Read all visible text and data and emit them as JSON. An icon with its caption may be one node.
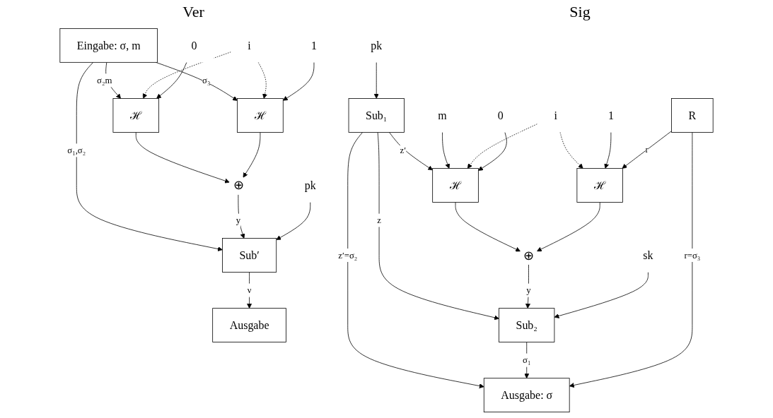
{
  "diagram": {
    "nodes": [
      {
        "text": [
          "pk"
        ]
      },
      {
        "text": [
          "Sub₁"
        ]
      },
      {
        "text": [
          "m"
        ]
      },
      {
        "text": [
          "i"
        ]
      },
      {
        "text": [
          "0"
        ]
      },
      {
        "text": [
          "ℋ"
        ]
      },
      {
        "text": [
          "1"
        ]
      },
      {
        "text": [
          "ℋ"
        ]
      },
      {
        "text": [
          "⊕"
        ]
      },
      {
        "text": [
          "sk"
        ]
      },
      {
        "text": [
          "Sub₂"
        ]
      },
      {
        "text": [
          "R"
        ]
      },
      {
        "text": [
          "Ausgabe: σ"
        ]
      },
      {
        "text": [
          "Eingabe: σ, m"
        ]
      },
      {
        "text": [
          "i"
        ]
      },
      {
        "text": [
          "0"
        ]
      },
      {
        "text": [
          "ℋ"
        ]
      },
      {
        "text": [
          "1"
        ]
      },
      {
        "text": [
          "ℋ"
        ]
      },
      {
        "text": [
          "⊕"
        ]
      },
      {
        "text": [
          "pk"
        ]
      },
      {
        "text": [
          "Sub′"
        ]
      },
      {
        "text": [
          "Ausgabe"
        ]
      }
    ],
    "edges": [
      {
        "from": 0,
        "to": 1,
        "arrow": "to"
      },
      {
        "from": 1,
        "to": 5,
        "arrow": "to",
        "label": "z′"
      },
      {
        "from": 1,
        "to": 10,
        "arrow": "to",
        "label": "z"
      },
      {
        "from": 1,
        "to": 12,
        "arrow": "to",
        "label": "z′=σ₂"
      },
      {
        "from": 2,
        "to": 5,
        "arrow": "to"
      },
      {
        "from": 3,
        "to": 5,
        "arrow": "to",
        "style": "dashed"
      },
      {
        "from": 3,
        "to": 7,
        "arrow": "to",
        "style": "dashed"
      },
      {
        "from": 4,
        "to": 5,
        "arrow": "to"
      },
      {
        "from": 6,
        "to": 7,
        "arrow": "to"
      },
      {
        "from": 5,
        "to": 8,
        "arrow": "to"
      },
      {
        "from": 7,
        "to": 8,
        "arrow": "to"
      },
      {
        "from": 11,
        "to": 7,
        "arrow": "to",
        "label": "r"
      },
      {
        "from": 8,
        "to": 10,
        "arrow": "to",
        "label": "y"
      },
      {
        "from": 9,
        "to": 10,
        "arrow": "to"
      },
      {
        "from": 10,
        "to": 12,
        "arrow": "to",
        "label": "σ₁"
      },
      {
        "from": 11,
        "to": 12,
        "arrow": "to",
        "label": "r=σ₃"
      },
      {
        "from": 13,
        "to": 16,
        "arrow": "to",
        "label": "σ₂m"
      },
      {
        "from": 13,
        "to": 18,
        "arrow": "to",
        "label": "σ₃"
      },
      {
        "from": 13,
        "to": 21,
        "arrow": "to",
        "label": "σ₁,σ₂"
      },
      {
        "from": 14,
        "to": 16,
        "arrow": "to",
        "style": "dashed"
      },
      {
        "from": 14,
        "to": 18,
        "arrow": "to",
        "style": "dashed"
      },
      {
        "from": 15,
        "to": 16,
        "arrow": "to"
      },
      {
        "from": 17,
        "to": 18,
        "arrow": "to"
      },
      {
        "from": 16,
        "to": 19,
        "arrow": "to"
      },
      {
        "from": 18,
        "to": 19,
        "arrow": "to"
      },
      {
        "from": 19,
        "to": 21,
        "arrow": "to",
        "label": "y"
      },
      {
        "from": 20,
        "to": 21,
        "arrow": "to"
      },
      {
        "from": 21,
        "to": 22,
        "arrow": "to",
        "label": "ν"
      }
    ],
    "labels": [
      "Sig",
      "Ver"
    ]
  }
}
